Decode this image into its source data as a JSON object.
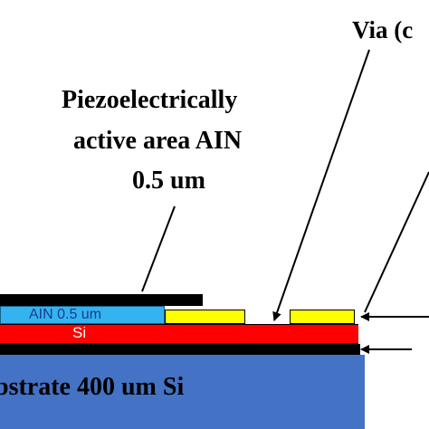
{
  "labels": {
    "via": "Via (c",
    "piezo_line1": "Piezoelectrically",
    "piezo_line2": "active area AIN",
    "piezo_line3": "0.5 um",
    "aln_layer": "AIN 0.5 um",
    "si_layer": "Si",
    "substrate": "bstrate 400 um Si"
  },
  "colors": {
    "top_electrode": "#000000",
    "aln": "#33b4f0",
    "pads": "#ffff00",
    "si_device": "#ff0000",
    "oxide": "#000000",
    "substrate": "#4472c4",
    "si_text": "#ffffff",
    "aln_text": "#1f3a8a",
    "substrate_text": "#000000"
  }
}
